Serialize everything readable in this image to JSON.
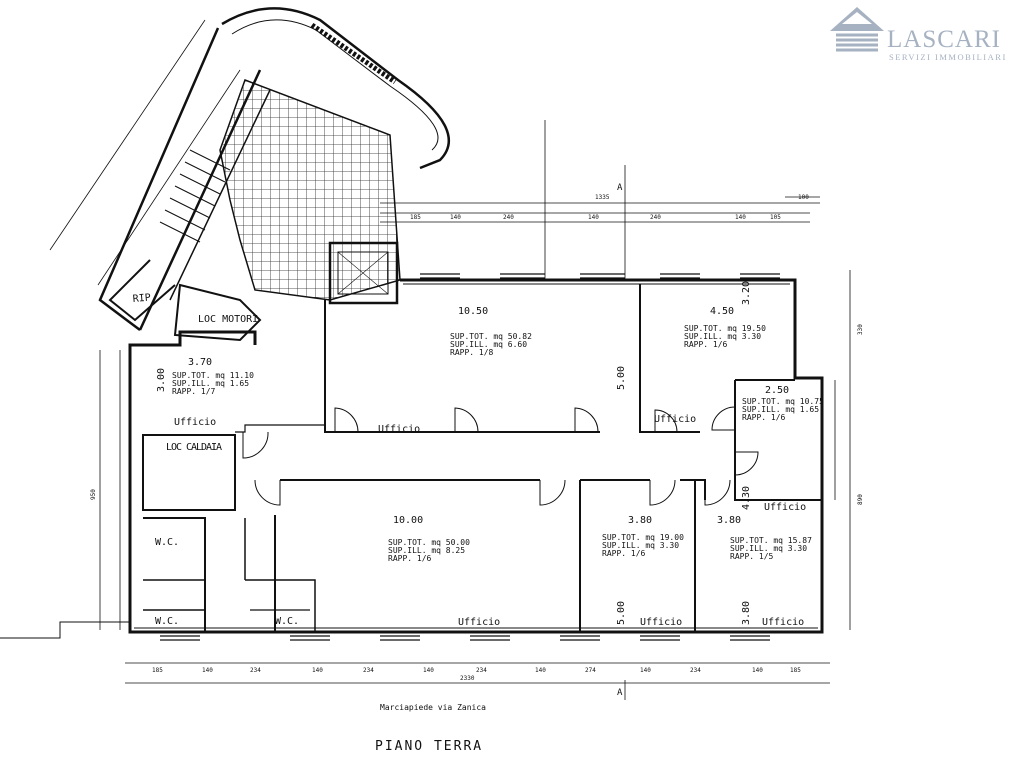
{
  "logo": {
    "name": "LASCARI",
    "tagline": "SERVIZI IMMOBILIARI"
  },
  "plan": {
    "title": "PIANO TERRA",
    "street": "Marciapiede via Zanica",
    "section_mark": "A",
    "rooms": [
      {
        "id": "r1",
        "label": "Ufficio",
        "dim_w": "10.50",
        "dim_h": "5.00",
        "sup_tot": "SUP.TOT. mq 50.82",
        "sup_ill": "SUP.ILL. mq 6.60",
        "rapp": "RAPP. 1/8"
      },
      {
        "id": "r2",
        "label": "Ufficio",
        "dim_w": "4.50",
        "dim_h": "3.20",
        "sup_tot": "SUP.TOT. mq 19.50",
        "sup_ill": "SUP.ILL. mq 3.30",
        "rapp": "RAPP. 1/6"
      },
      {
        "id": "r3",
        "label": "Ufficio",
        "dim_w": "3.70",
        "dim_h": "3.00",
        "sup_tot": "SUP.TOT. mq 11.10",
        "sup_ill": "SUP.ILL. mq 1.65",
        "rapp": "RAPP. 1/7"
      },
      {
        "id": "r4",
        "label": "Ufficio",
        "dim_w": "2.50",
        "dim_h": "4.30",
        "sup_tot": "SUP.TOT. mq 10.75",
        "sup_ill": "SUP.ILL. mq 1.65",
        "rapp": "RAPP. 1/6"
      },
      {
        "id": "r5",
        "label": "Ufficio",
        "dim_w": "10.00",
        "dim_h": "",
        "sup_tot": "SUP.TOT. mq 50.00",
        "sup_ill": "SUP.ILL. mq 8.25",
        "rapp": "RAPP. 1/6"
      },
      {
        "id": "r6",
        "label": "Ufficio",
        "dim_w": "3.80",
        "dim_h": "5.00",
        "sup_tot": "SUP.TOT. mq 19.00",
        "sup_ill": "SUP.ILL. mq 3.30",
        "rapp": "RAPP. 1/6"
      },
      {
        "id": "r7",
        "label": "Ufficio",
        "dim_w": "3.80",
        "dim_h": "3.80",
        "sup_tot": "SUP.TOT. mq 15.87",
        "sup_ill": "SUP.ILL. mq 3.30",
        "rapp": "RAPP. 1/5"
      }
    ],
    "service_rooms": [
      "LOC CALDAIA",
      "LOC MOTORI",
      "RIP",
      "W.C.",
      "W.C.",
      "W.C."
    ],
    "overall_dims": {
      "top": "1335",
      "bottom": "2330",
      "left": "950",
      "right_upper": "330",
      "right_lower": "890",
      "corner": "100"
    },
    "bottom_dims": [
      "185",
      "140",
      "234",
      "140",
      "234",
      "140",
      "234",
      "140",
      "274",
      "140",
      "234",
      "140",
      "185"
    ],
    "top_dims": [
      "185",
      "140",
      "240",
      "140",
      "240",
      "140",
      "105"
    ]
  }
}
